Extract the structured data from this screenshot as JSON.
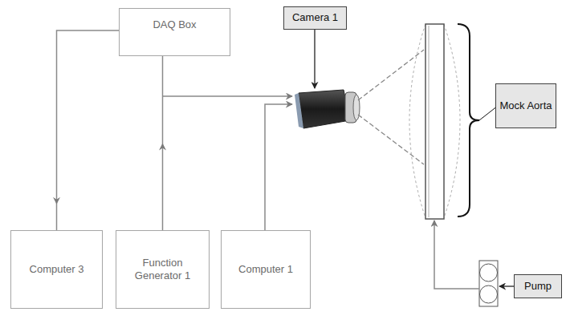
{
  "diagram": {
    "nodes": [
      {
        "text": [
          "DAQ Box"
        ]
      },
      {
        "text": [
          "Camera 1"
        ]
      },
      {
        "text": [
          "Mock Aorta"
        ]
      },
      {
        "text": [
          "Computer 3"
        ]
      },
      {
        "text": [
          "Function Generator 1"
        ]
      },
      {
        "text": [
          "Computer 1"
        ]
      },
      {
        "text": [
          "Pump"
        ]
      }
    ],
    "edges": [
      {
        "from": 0,
        "to": 3,
        "arrow": "to"
      },
      {
        "from": 4,
        "to": 0,
        "arrow": "to"
      }
    ]
  }
}
